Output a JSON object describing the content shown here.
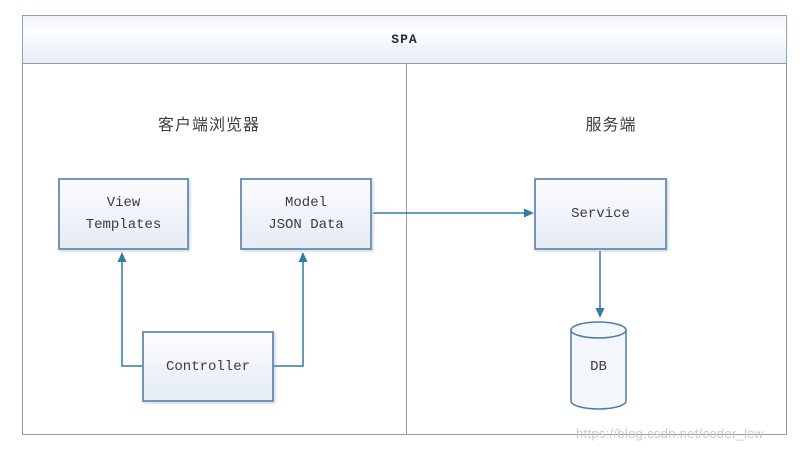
{
  "diagram": {
    "title": "SPA",
    "sections": {
      "client": {
        "label": "客户端浏览器"
      },
      "server": {
        "label": "服务端"
      }
    },
    "nodes": {
      "view_templates": {
        "line1": "View",
        "line2": "Templates"
      },
      "model": {
        "line1": "Model",
        "line2": "JSON Data"
      },
      "controller": {
        "label": "Controller"
      },
      "service": {
        "label": "Service"
      },
      "db": {
        "label": "DB"
      }
    },
    "edges": [
      {
        "from": "Model JSON Data",
        "to": "Service",
        "type": "arrow"
      },
      {
        "from": "Controller",
        "to": "View Templates",
        "type": "arrow"
      },
      {
        "from": "Controller",
        "to": "Model JSON Data",
        "type": "arrow"
      },
      {
        "from": "Service",
        "to": "DB",
        "type": "arrow"
      }
    ],
    "colors": {
      "arrow": "#2f7da4",
      "node_border": "#7495b8",
      "cylinder_border": "#4d7ca8",
      "header_border": "#8ba3bf",
      "frame_border": "#9b9b9b"
    }
  },
  "watermark": {
    "text": "https://blog.csdn.net/coder_lcw"
  }
}
